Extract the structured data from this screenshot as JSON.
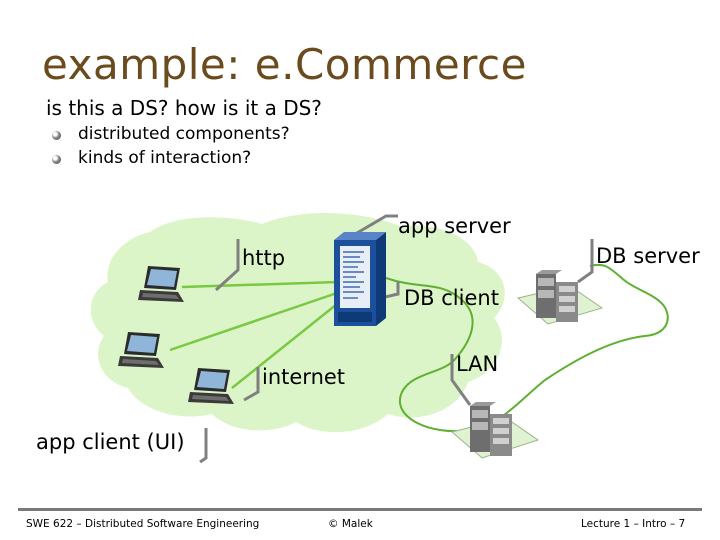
{
  "slide": {
    "title": "example: e.Commerce",
    "subtitle": "is this a DS? how is it a DS?",
    "bullets": [
      "distributed components?",
      "kinds of interaction?"
    ]
  },
  "diagram": {
    "labels": {
      "app_server": "app server",
      "http": "http",
      "db_server": "DB server",
      "db_client": "DB client",
      "lan": "LAN",
      "internet": "internet",
      "app_client": "app client (UI)"
    },
    "colors": {
      "cloud_fill": "#dcf5c8",
      "link_green": "#7ac943",
      "lan_green": "#5fb030",
      "callout_gray": "#808080",
      "server_blue": "#1c4f9c"
    },
    "icons": [
      "laptop-icon",
      "server-tower-icon",
      "db-server-icon"
    ]
  },
  "footer": {
    "left": "SWE 622 – Distributed Software Engineering",
    "center": "© Malek",
    "right": "Lecture 1 – Intro – 7"
  }
}
